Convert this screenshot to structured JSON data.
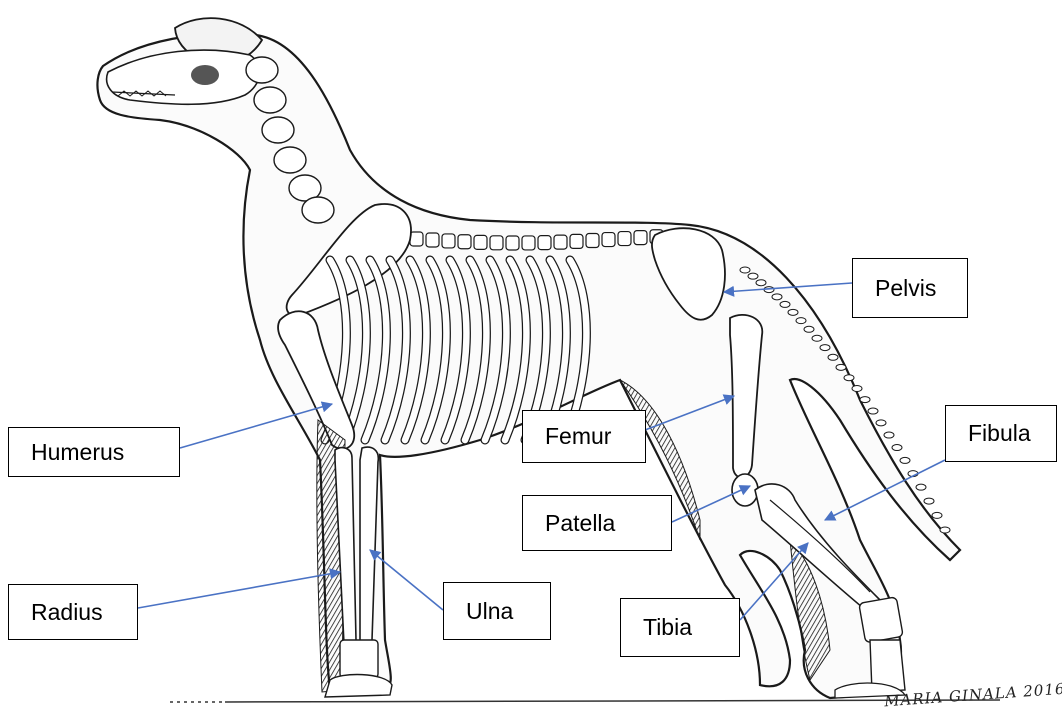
{
  "diagram": {
    "labels": {
      "pelvis": "Pelvis",
      "humerus": "Humerus",
      "femur": "Femur",
      "fibula": "Fibula",
      "patella": "Patella",
      "radius": "Radius",
      "ulna": "Ulna",
      "tibia": "Tibia"
    },
    "signature": "MARIA GINALA 2016",
    "colors": {
      "arrow": "#4a72c4",
      "ink": "#1a1a1a",
      "label_border": "#000000"
    }
  }
}
